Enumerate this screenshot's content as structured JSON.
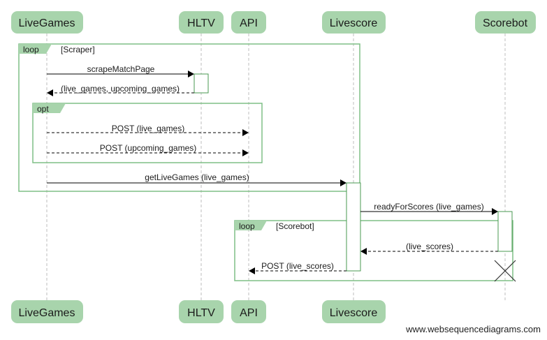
{
  "participants": [
    "LiveGames",
    "HLTV",
    "API",
    "Livescore",
    "Scorebot"
  ],
  "frames": {
    "scraper": {
      "keyword": "loop",
      "condition": "[Scraper]"
    },
    "opt": {
      "keyword": "opt",
      "condition": ""
    },
    "scorebot": {
      "keyword": "loop",
      "condition": "[Scorebot]"
    }
  },
  "messages": [
    {
      "from": "LiveGames",
      "to": "HLTV",
      "label": "scrapeMatchPage",
      "style": "solid"
    },
    {
      "from": "HLTV",
      "to": "LiveGames",
      "label": "(live_games, upcoming_games)",
      "style": "dashed"
    },
    {
      "from": "LiveGames",
      "to": "API",
      "label": "POST (live_games)",
      "style": "dashed"
    },
    {
      "from": "LiveGames",
      "to": "API",
      "label": "POST (upcoming_games)",
      "style": "dashed"
    },
    {
      "from": "LiveGames",
      "to": "Livescore",
      "label": "getLiveGames (live_games)",
      "style": "solid"
    },
    {
      "from": "Livescore",
      "to": "Scorebot",
      "label": "readyForScores (live_games)",
      "style": "solid"
    },
    {
      "from": "Scorebot",
      "to": "Livescore",
      "label": "(live_scores)",
      "style": "dashed"
    },
    {
      "from": "Livescore",
      "to": "API",
      "label": "POST (live_scores)",
      "style": "dashed"
    }
  ],
  "watermark": "www.websequencediagrams.com"
}
